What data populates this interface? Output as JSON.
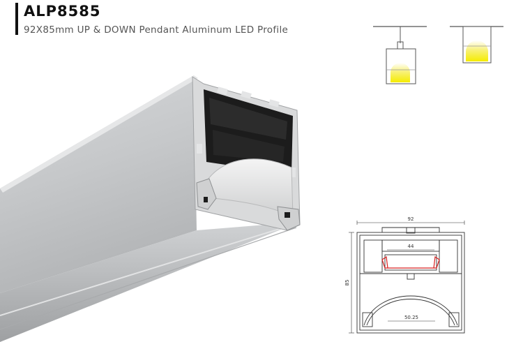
{
  "product": {
    "model": "ALP8585",
    "description": "92X85mm UP & DOWN Pendant Aluminum LED Profile"
  },
  "colors": {
    "title": "#111111",
    "subtitle": "#555555",
    "aluminum": "#c8cacc",
    "interior": "#1c1c1c",
    "led_glow": "#f5ec00",
    "drawing_line": "#333333",
    "led_strip_highlight": "#d82020"
  },
  "drawing": {
    "width_label": "92",
    "height_label": "85",
    "led_width_label": "44",
    "diffuser_width_label": "50.25"
  },
  "icons": {
    "pendant_diagram": "pendant-mount-icon",
    "ceiling_diagram": "recessed-mount-icon"
  }
}
